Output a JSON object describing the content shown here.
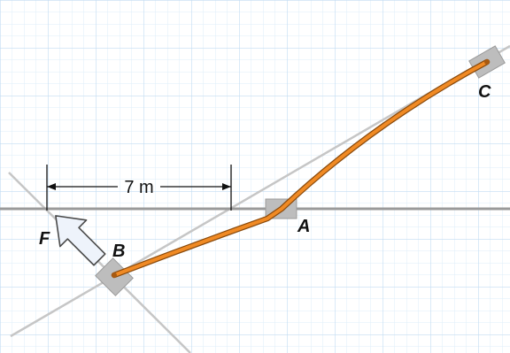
{
  "diagram": {
    "dimension_label": "7 m",
    "labels": {
      "a": "A",
      "b": "B",
      "c": "C",
      "f": "F"
    },
    "colors": {
      "grid": "#cfe4f7",
      "guide_line": "#c9c9c9",
      "horizontal_line": "#9e9e9e",
      "rope": "#f08a24",
      "rope_dark": "#a85a10",
      "block": "#bdbdbd",
      "arrow_fill": "#eef3fb",
      "arrow_stroke": "#4a4a4a"
    }
  }
}
